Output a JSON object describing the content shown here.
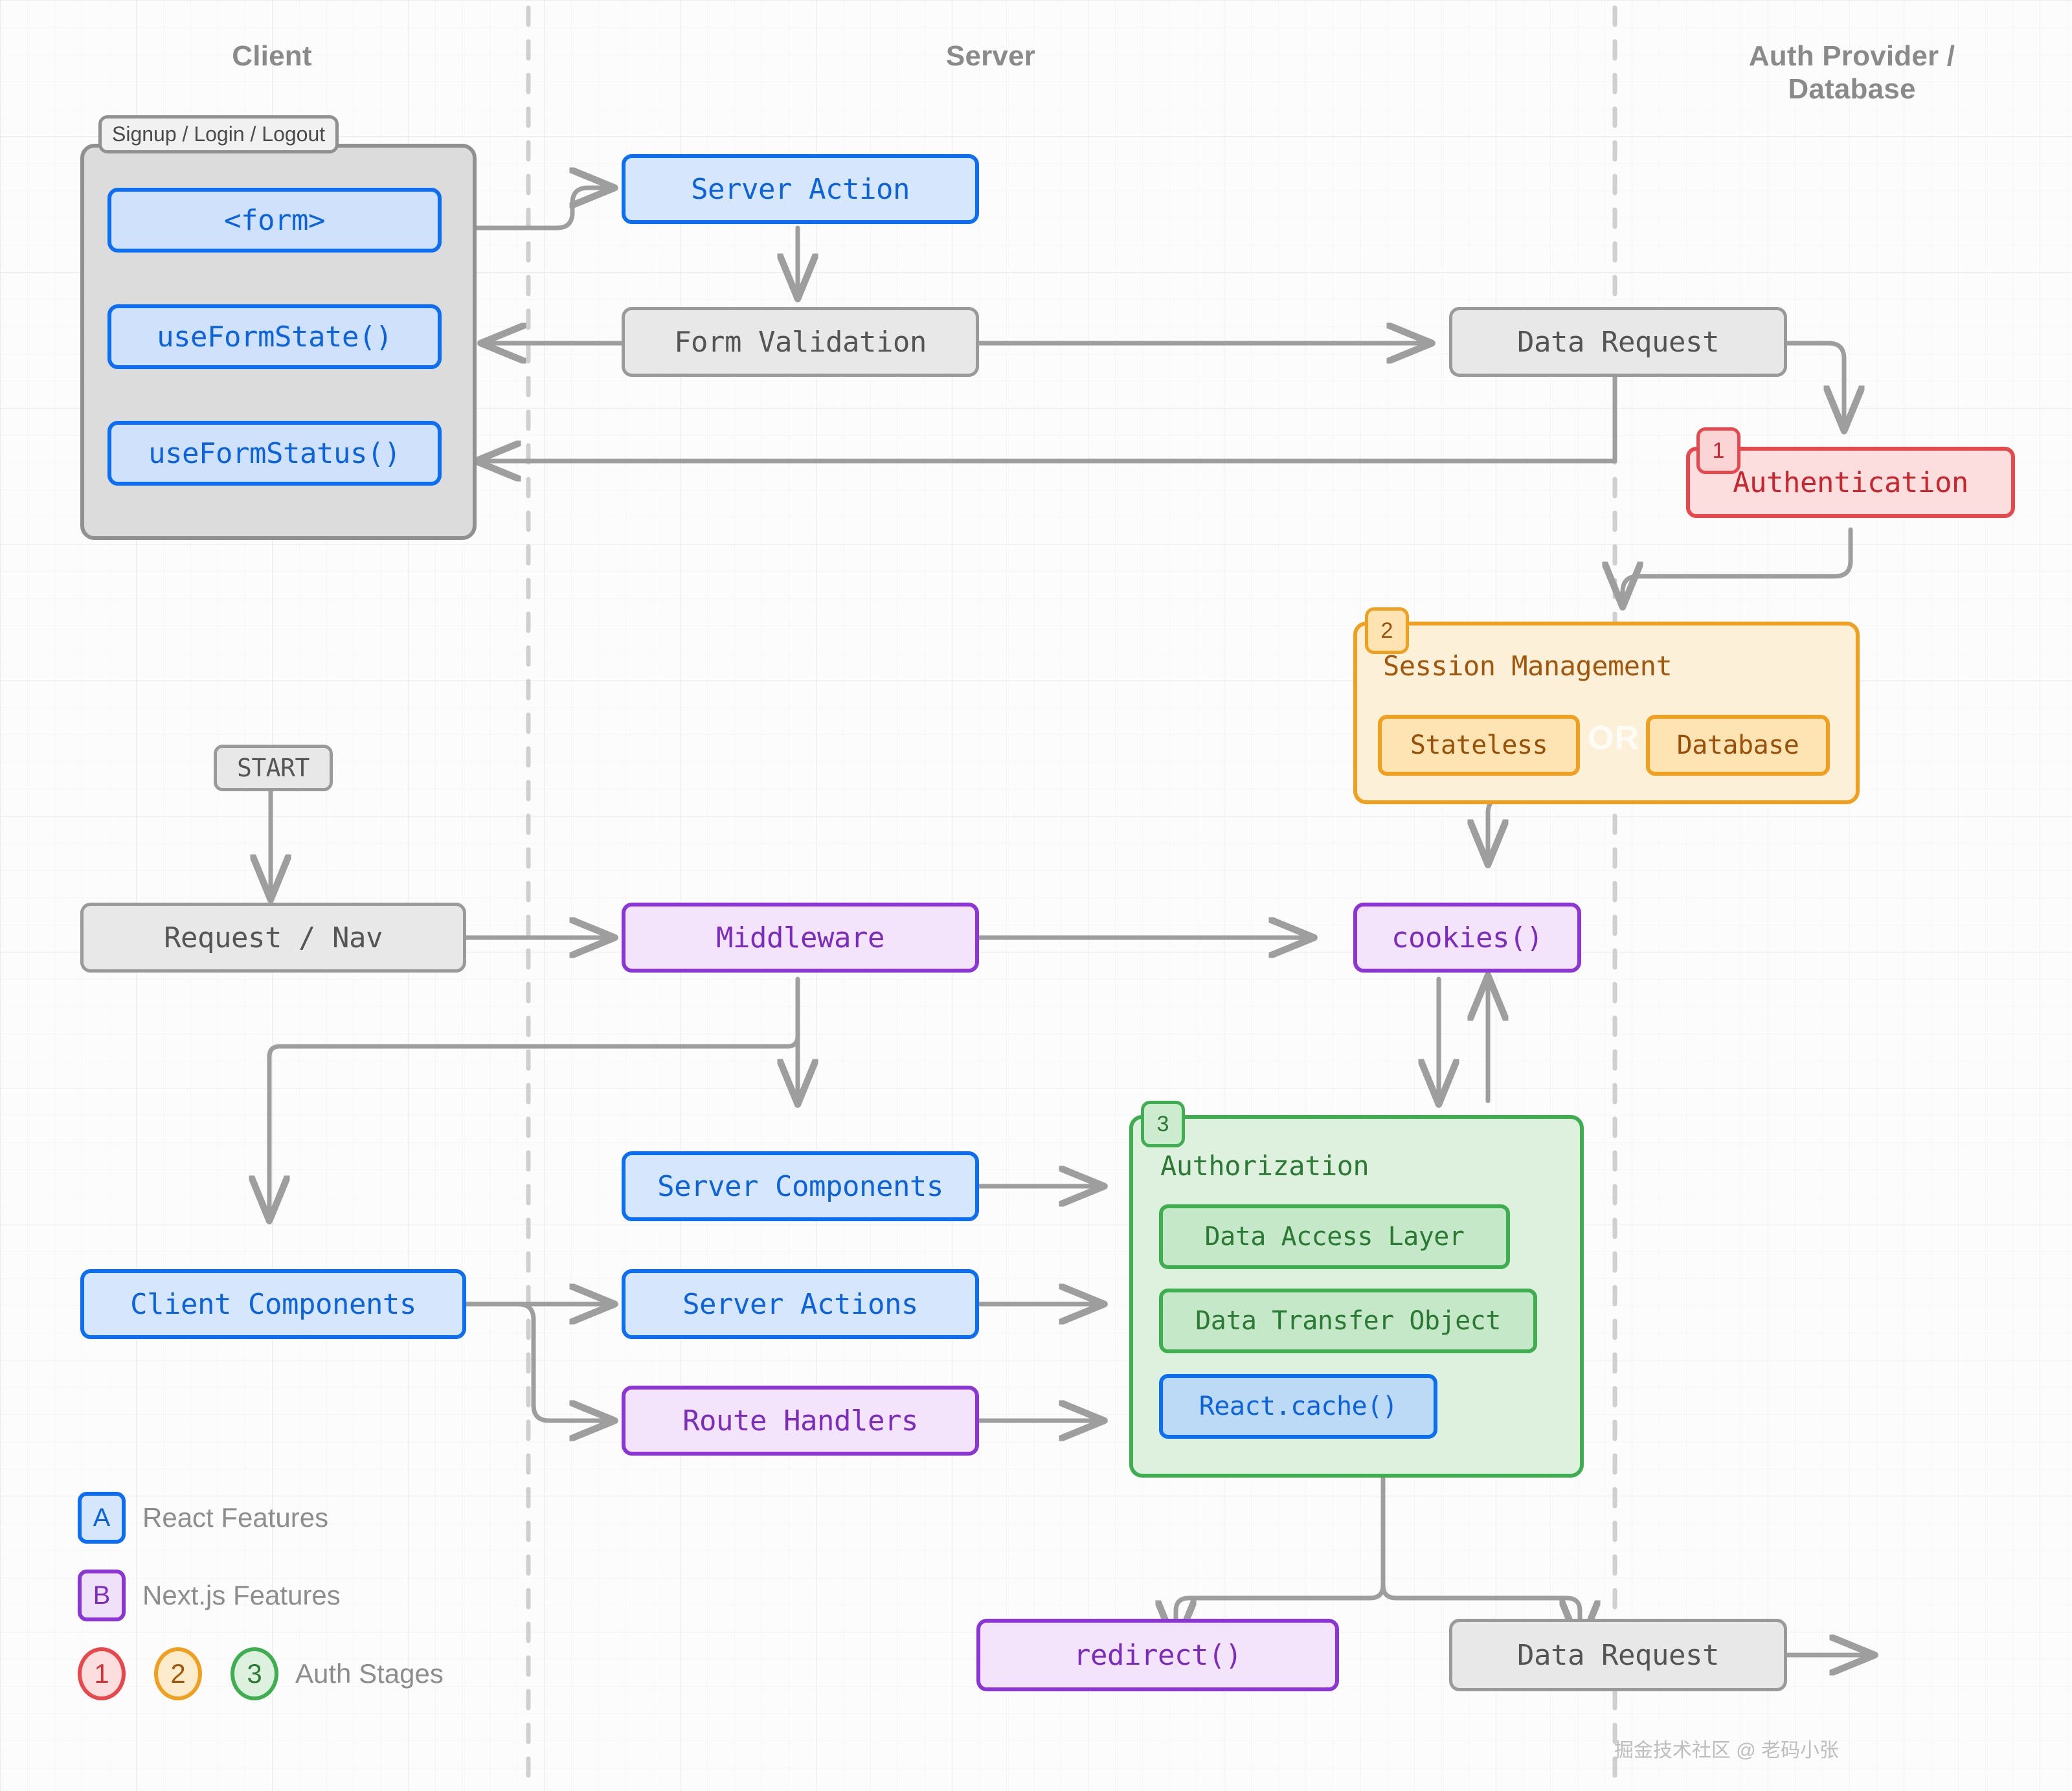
{
  "lanes": [
    {
      "title": "Client"
    },
    {
      "title": "Server"
    },
    {
      "title": "Auth Provider /\nDatabase"
    }
  ],
  "client_group": {
    "label": "Signup / Login / Logout",
    "nodes": [
      {
        "label": "<form>"
      },
      {
        "label": "useFormState()"
      },
      {
        "label": "useFormStatus()"
      }
    ]
  },
  "server_nodes": {
    "server_action": "Server Action",
    "form_validation": "Form Validation",
    "middleware": "Middleware",
    "server_components": "Server Components",
    "server_actions": "Server Actions",
    "route_handlers": "Route Handlers",
    "redirect": "redirect()"
  },
  "client_nodes": {
    "start": "START",
    "request_nav": "Request / Nav",
    "client_components": "Client Components"
  },
  "auth_nodes": {
    "data_request_top": "Data Request",
    "cookies": "cookies()",
    "data_request_bottom": "Data Request"
  },
  "authentication": {
    "stage": "1",
    "label": "Authentication"
  },
  "session_management": {
    "stage": "2",
    "title": "Session Management",
    "or_label": "OR",
    "options": [
      "Stateless",
      "Database"
    ]
  },
  "authorization": {
    "stage": "3",
    "title": "Authorization",
    "items": [
      {
        "label": "Data Access Layer",
        "kind": "green"
      },
      {
        "label": "Data Transfer Object",
        "kind": "green"
      },
      {
        "label": "React.cache()",
        "kind": "blue"
      }
    ]
  },
  "legend": {
    "items": [
      {
        "badge": "A",
        "text": "React Features"
      },
      {
        "badge": "B",
        "text": "Next.js Features"
      }
    ],
    "stages": {
      "badges": [
        "1",
        "2",
        "3"
      ],
      "text": "Auth Stages"
    }
  },
  "watermark": "掘金技术社区 @ 老码小张",
  "colors": {
    "react_blue": "#0b6ef3",
    "nextjs_purple": "#8b35d6",
    "stage1_red": "#e8474c",
    "stage2_amber": "#f0a01e",
    "stage3_green": "#3fae50",
    "neutral_gray": "#9a9a9a"
  }
}
